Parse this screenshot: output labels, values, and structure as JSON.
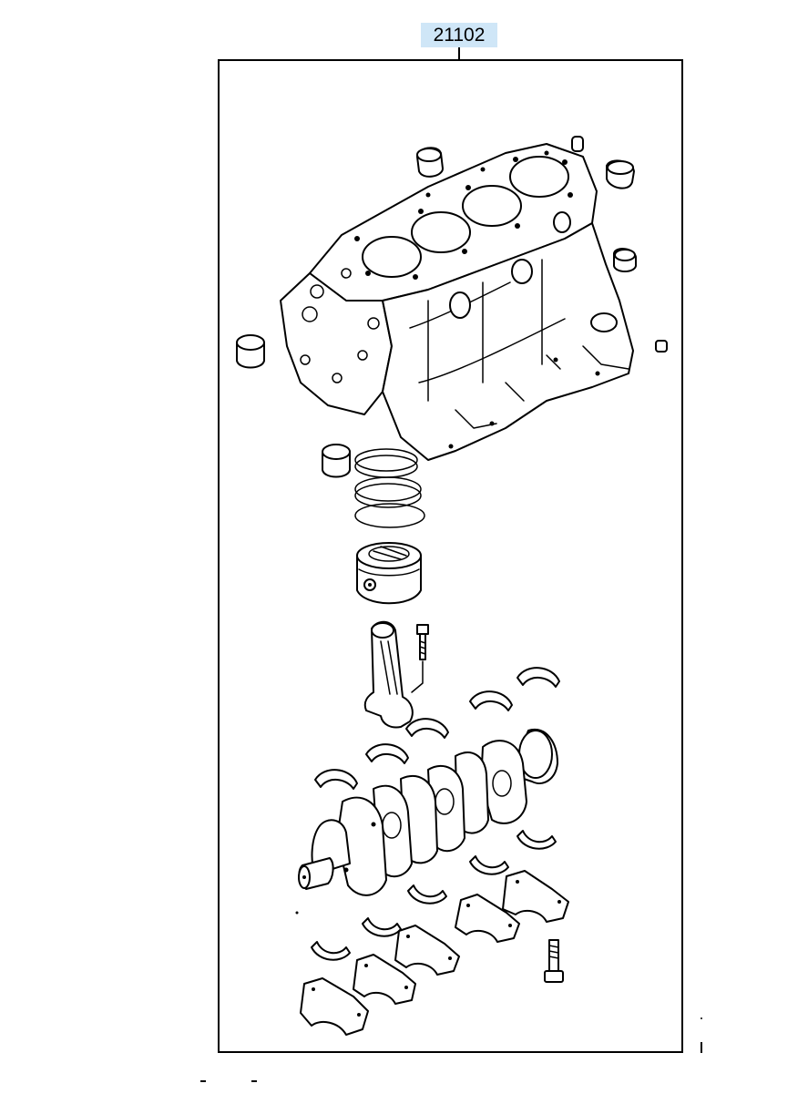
{
  "diagram": {
    "part_number_label": "21102",
    "label_highlight_color": "#cfe6f7",
    "line_color": "#000000",
    "background_color": "#ffffff",
    "components": [
      "cylinder-block",
      "camshaft-bushing",
      "dowel-pin",
      "piston-pin-bushing",
      "piston-ring-set",
      "piston",
      "connecting-rod",
      "connecting-rod-bolt",
      "crankshaft",
      "upper-main-bearing",
      "lower-main-bearing",
      "main-bearing-cap",
      "main-bearing-cap-bolt"
    ]
  }
}
